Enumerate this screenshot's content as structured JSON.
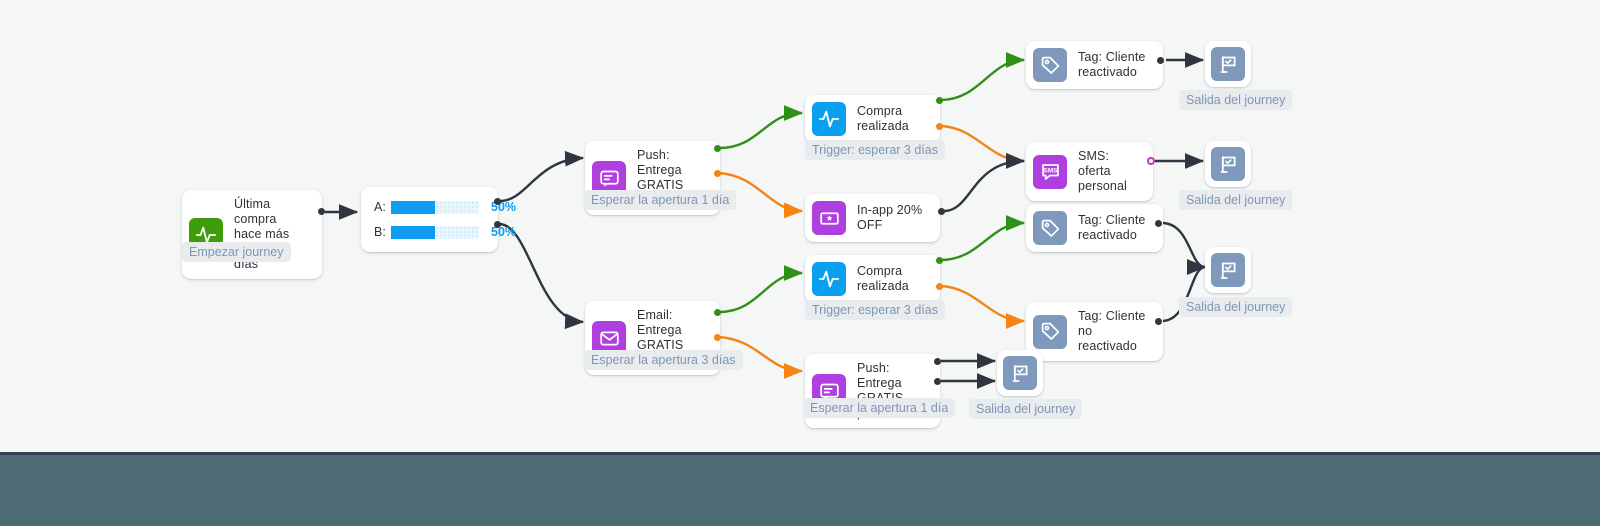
{
  "canvas": {
    "background_color": "#f5f6f6",
    "bottom_bar_color": "#4c6b73"
  },
  "colors": {
    "trigger_green": "#3f9c0a",
    "event_blue": "#0b9ff0",
    "message_purple": "#b03fe0",
    "tag_slate": "#7e99bb",
    "edge_green": "#2f8f16",
    "edge_orange": "#f58413",
    "edge_dark": "#2f3640",
    "edge_magenta": "#c234c2",
    "caption_text": "#7f96b3",
    "progress_fill": "#0f9cf0"
  },
  "nodes": [
    {
      "id": "start-trigger",
      "icon": "pulse-icon",
      "icon_color": "green",
      "label": "Última compra\nhace más de 30\ndías",
      "caption": "Empezar journey"
    },
    {
      "id": "push-top",
      "icon": "push-message-icon",
      "icon_color": "purple",
      "label": "Push: Entrega\nGRATIS para ti",
      "caption": "Esperar la apertura 1 día"
    },
    {
      "id": "email-bottom",
      "icon": "email-icon",
      "icon_color": "purple",
      "label": "Email: Entrega\nGRATIS para ti",
      "caption": "Esperar la apertura 3 días"
    },
    {
      "id": "purchase-top",
      "icon": "pulse-icon",
      "icon_color": "blue",
      "label": "Compra\nrealizada",
      "caption": "Trigger: esperar 3 días"
    },
    {
      "id": "purchase-bottom",
      "icon": "pulse-icon",
      "icon_color": "blue",
      "label": "Compra\nrealizada",
      "caption": "Trigger: esperar 3 días"
    },
    {
      "id": "inapp",
      "icon": "ticket-icon",
      "icon_color": "purple",
      "label": "In-app 20% OFF",
      "caption": ""
    },
    {
      "id": "push-bottom",
      "icon": "push-message-icon",
      "icon_color": "purple",
      "label": "Push: Entrega\nGRATIS para ti",
      "caption": "Esperar la apertura 1 día"
    },
    {
      "id": "sms",
      "icon": "sms-icon",
      "icon_color": "purple",
      "label": "SMS: oferta\npersonal",
      "caption": ""
    },
    {
      "id": "tag-reactivado-1",
      "icon": "tag-icon",
      "icon_color": "slate",
      "label": "Tag: Cliente\nreactivado",
      "caption": ""
    },
    {
      "id": "tag-reactivado-2",
      "icon": "tag-icon",
      "icon_color": "slate",
      "label": "Tag: Cliente\nreactivado",
      "caption": ""
    },
    {
      "id": "tag-no-reactivado",
      "icon": "tag-icon",
      "icon_color": "slate",
      "label": "Tag: Cliente no\nreactivado",
      "caption": ""
    },
    {
      "id": "exit-1",
      "icon": "flag-check-icon",
      "icon_color": "slate",
      "label": "",
      "caption": "Salida del journey"
    },
    {
      "id": "exit-2",
      "icon": "flag-check-icon",
      "icon_color": "slate",
      "label": "",
      "caption": "Salida del journey"
    },
    {
      "id": "exit-3",
      "icon": "flag-check-icon",
      "icon_color": "slate",
      "label": "",
      "caption": "Salida del journey"
    },
    {
      "id": "exit-4",
      "icon": "flag-check-icon",
      "icon_color": "slate",
      "label": "",
      "caption": "Salida del journey"
    }
  ],
  "split": {
    "id": "ab-split",
    "rows": [
      {
        "key": "A:",
        "percent": "50%",
        "value": 50
      },
      {
        "key": "B:",
        "percent": "50%",
        "value": 50
      }
    ]
  },
  "captions": {
    "empezar_journey": "Empezar journey",
    "esperar_apertura_1": "Esperar la apertura 1 día",
    "esperar_apertura_3": "Esperar la apertura 3 días",
    "trigger_esperar_3_top": "Trigger: esperar 3 días",
    "trigger_esperar_3_bottom": "Trigger: esperar 3 días",
    "esperar_apertura_1_bottom": "Esperar la apertura 1 día",
    "salida_1": "Salida del journey",
    "salida_2": "Salida del journey",
    "salida_3": "Salida del journey",
    "salida_4": "Salida del journey"
  }
}
